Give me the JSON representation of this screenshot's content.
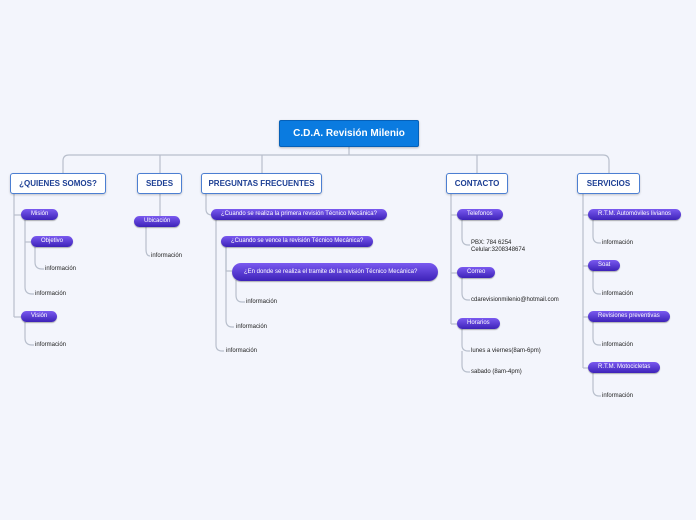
{
  "root": "C.D.A. Revisión Milenio",
  "quienes": {
    "title": "¿QUIENES SOMOS?",
    "mision": "Misión",
    "objetivo": "Objetivo",
    "objetivo_info": "información",
    "mision_info": "información",
    "vision": "Visión",
    "vision_info": "información"
  },
  "sedes": {
    "title": "SEDES",
    "ubicacion": "Ubicación",
    "ubicacion_info": "información"
  },
  "preguntas": {
    "title": "PREGUNTAS FRECUENTES",
    "q1": "¿Cuando se realiza la primera revisión Técnico Mecánica?",
    "q2": "¿Cuando se vence la revisión Técnico Mecánica?",
    "q3": "¿En donde se realiza el tramite de la revisión Técnico Mecánica?",
    "q3_info": "información",
    "q2_info": "información",
    "q1_info": "información"
  },
  "contacto": {
    "title": "CONTACTO",
    "telefonos": "Telefonos",
    "telefonos_info": "PBX: 784 6254\nCelular:3208348674",
    "correo": "Correo",
    "correo_info": "cdarevisionmilenio@hotmail.com",
    "horarios": "Horarios",
    "horario1": "lunes a viernes(8am-6pm)",
    "horario2": "sabado (8am-4pm)"
  },
  "servicios": {
    "title": "SERVICIOS",
    "s1": "R.T.M. Automóviles livianos",
    "s1_info": "información",
    "s2": "Soat",
    "s2_info": "información",
    "s3": "Revisiones preventivas",
    "s3_info": "información",
    "s4": "R.T.M. Motocicletas",
    "s4_info": "información"
  },
  "colors": {
    "root": "#0a7be0",
    "main_border": "#4c7fd2",
    "main_text": "#1d3f94",
    "pill": "#4a2fc9",
    "connector": "#b8bfcc",
    "background": "#f3f5fc"
  }
}
